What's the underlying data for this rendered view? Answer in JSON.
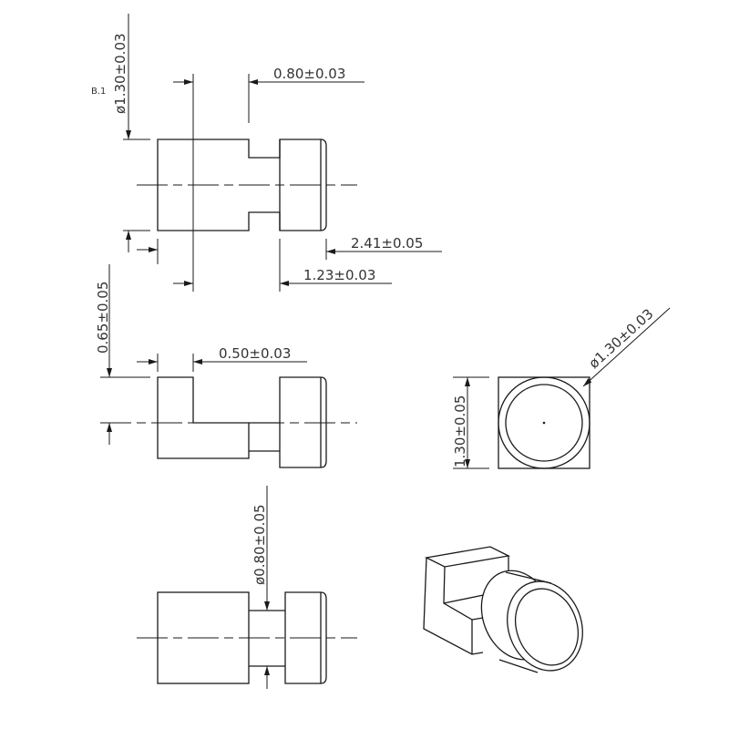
{
  "top_view": {
    "label": "B.1",
    "dia_body": "ø1.30±0.03",
    "neck_len": "0.80±0.03",
    "total_len": "2.41±0.05",
    "cap_len": "1.23±0.03"
  },
  "middle_view": {
    "height": "0.65±0.05",
    "slot_width": "0.50±0.03"
  },
  "end_view": {
    "height": "1.30±0.05",
    "dia_cap": "ø1.30±0.03"
  },
  "bottom_view": {
    "dia_neck": "ø0.80±0.05"
  }
}
